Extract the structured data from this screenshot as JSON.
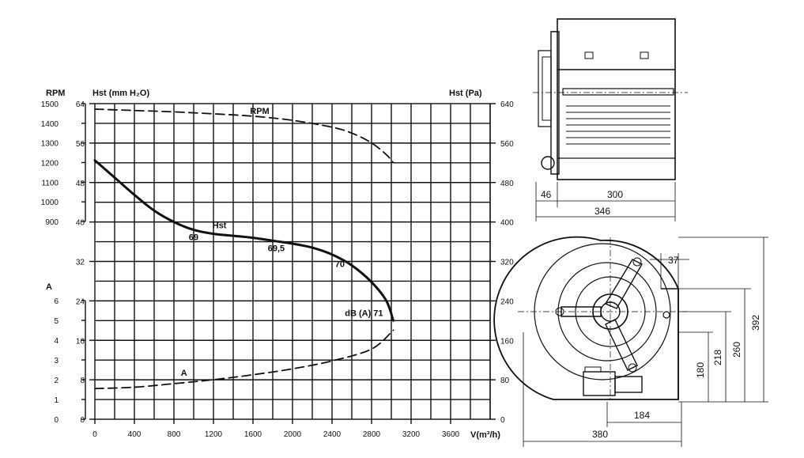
{
  "chart_data": {
    "type": "line",
    "title": "",
    "xlabel": "V(m³/h)",
    "x_ticks": [
      0,
      400,
      800,
      1200,
      1600,
      2000,
      2400,
      2800,
      3200,
      3600
    ],
    "xlim": [
      0,
      4000
    ],
    "axes": {
      "hst_mm": {
        "label": "Hst (mm H₂O)",
        "ticks": [
          0,
          8,
          16,
          24,
          32,
          40,
          48,
          56,
          64
        ],
        "range": [
          0,
          64
        ]
      },
      "hst_pa": {
        "label": "Hst (Pa)",
        "ticks": [
          0,
          80,
          160,
          240,
          320,
          400,
          480,
          560,
          640
        ],
        "range": [
          0,
          640
        ]
      },
      "rpm": {
        "label": "RPM",
        "ticks": [
          900,
          1000,
          1100,
          1200,
          1300,
          1400,
          1500
        ],
        "range": [
          900,
          1500
        ]
      },
      "amp": {
        "label": "A",
        "ticks": [
          0,
          1,
          2,
          3,
          4,
          5,
          6
        ],
        "range": [
          0,
          6
        ]
      }
    },
    "grid": true,
    "series": [
      {
        "name": "Hst",
        "axis": "hst_mm",
        "style": "solid",
        "x": [
          0,
          200,
          400,
          600,
          800,
          1000,
          1200,
          1400,
          1600,
          1800,
          2000,
          2200,
          2400,
          2600,
          2800,
          2950,
          3020
        ],
        "y": [
          52.5,
          49.0,
          45.5,
          42.3,
          40.0,
          38.4,
          37.6,
          37.2,
          36.8,
          36.2,
          35.6,
          34.8,
          33.4,
          31.2,
          27.8,
          24.0,
          20.0
        ]
      },
      {
        "name": "RPM",
        "axis": "rpm",
        "style": "dashed",
        "x": [
          0,
          400,
          800,
          1200,
          1600,
          2000,
          2400,
          2600,
          2800,
          2950,
          3020
        ],
        "y": [
          1472,
          1465,
          1458,
          1448,
          1436,
          1415,
          1380,
          1350,
          1300,
          1240,
          1200
        ]
      },
      {
        "name": "A",
        "axis": "amp",
        "style": "dashed",
        "x": [
          0,
          400,
          800,
          1200,
          1600,
          2000,
          2400,
          2800,
          3020
        ],
        "y": [
          1.55,
          1.62,
          1.8,
          2.0,
          2.25,
          2.55,
          2.95,
          3.55,
          4.5
        ]
      }
    ],
    "annotations": [
      {
        "text": "RPM",
        "x": 1570,
        "y_rpm": 1448
      },
      {
        "text": "Hst",
        "x": 1190,
        "y_mm": 38.7
      },
      {
        "text": "69",
        "x": 950,
        "y_mm": 36.3
      },
      {
        "text": "69,5",
        "x": 1750,
        "y_mm": 34.1
      },
      {
        "text": "70",
        "x": 2430,
        "y_mm": 30.9
      },
      {
        "text": "dB (A) 71",
        "x": 2530,
        "y_mm": 20.9
      },
      {
        "text": "A",
        "x": 870,
        "y_amp": 2.2
      }
    ]
  },
  "drawing": {
    "side_view": {
      "dims": [
        "46",
        "300",
        "346"
      ]
    },
    "front_view": {
      "dims": [
        "37",
        "180",
        "218",
        "260",
        "392",
        "184",
        "380"
      ]
    }
  }
}
